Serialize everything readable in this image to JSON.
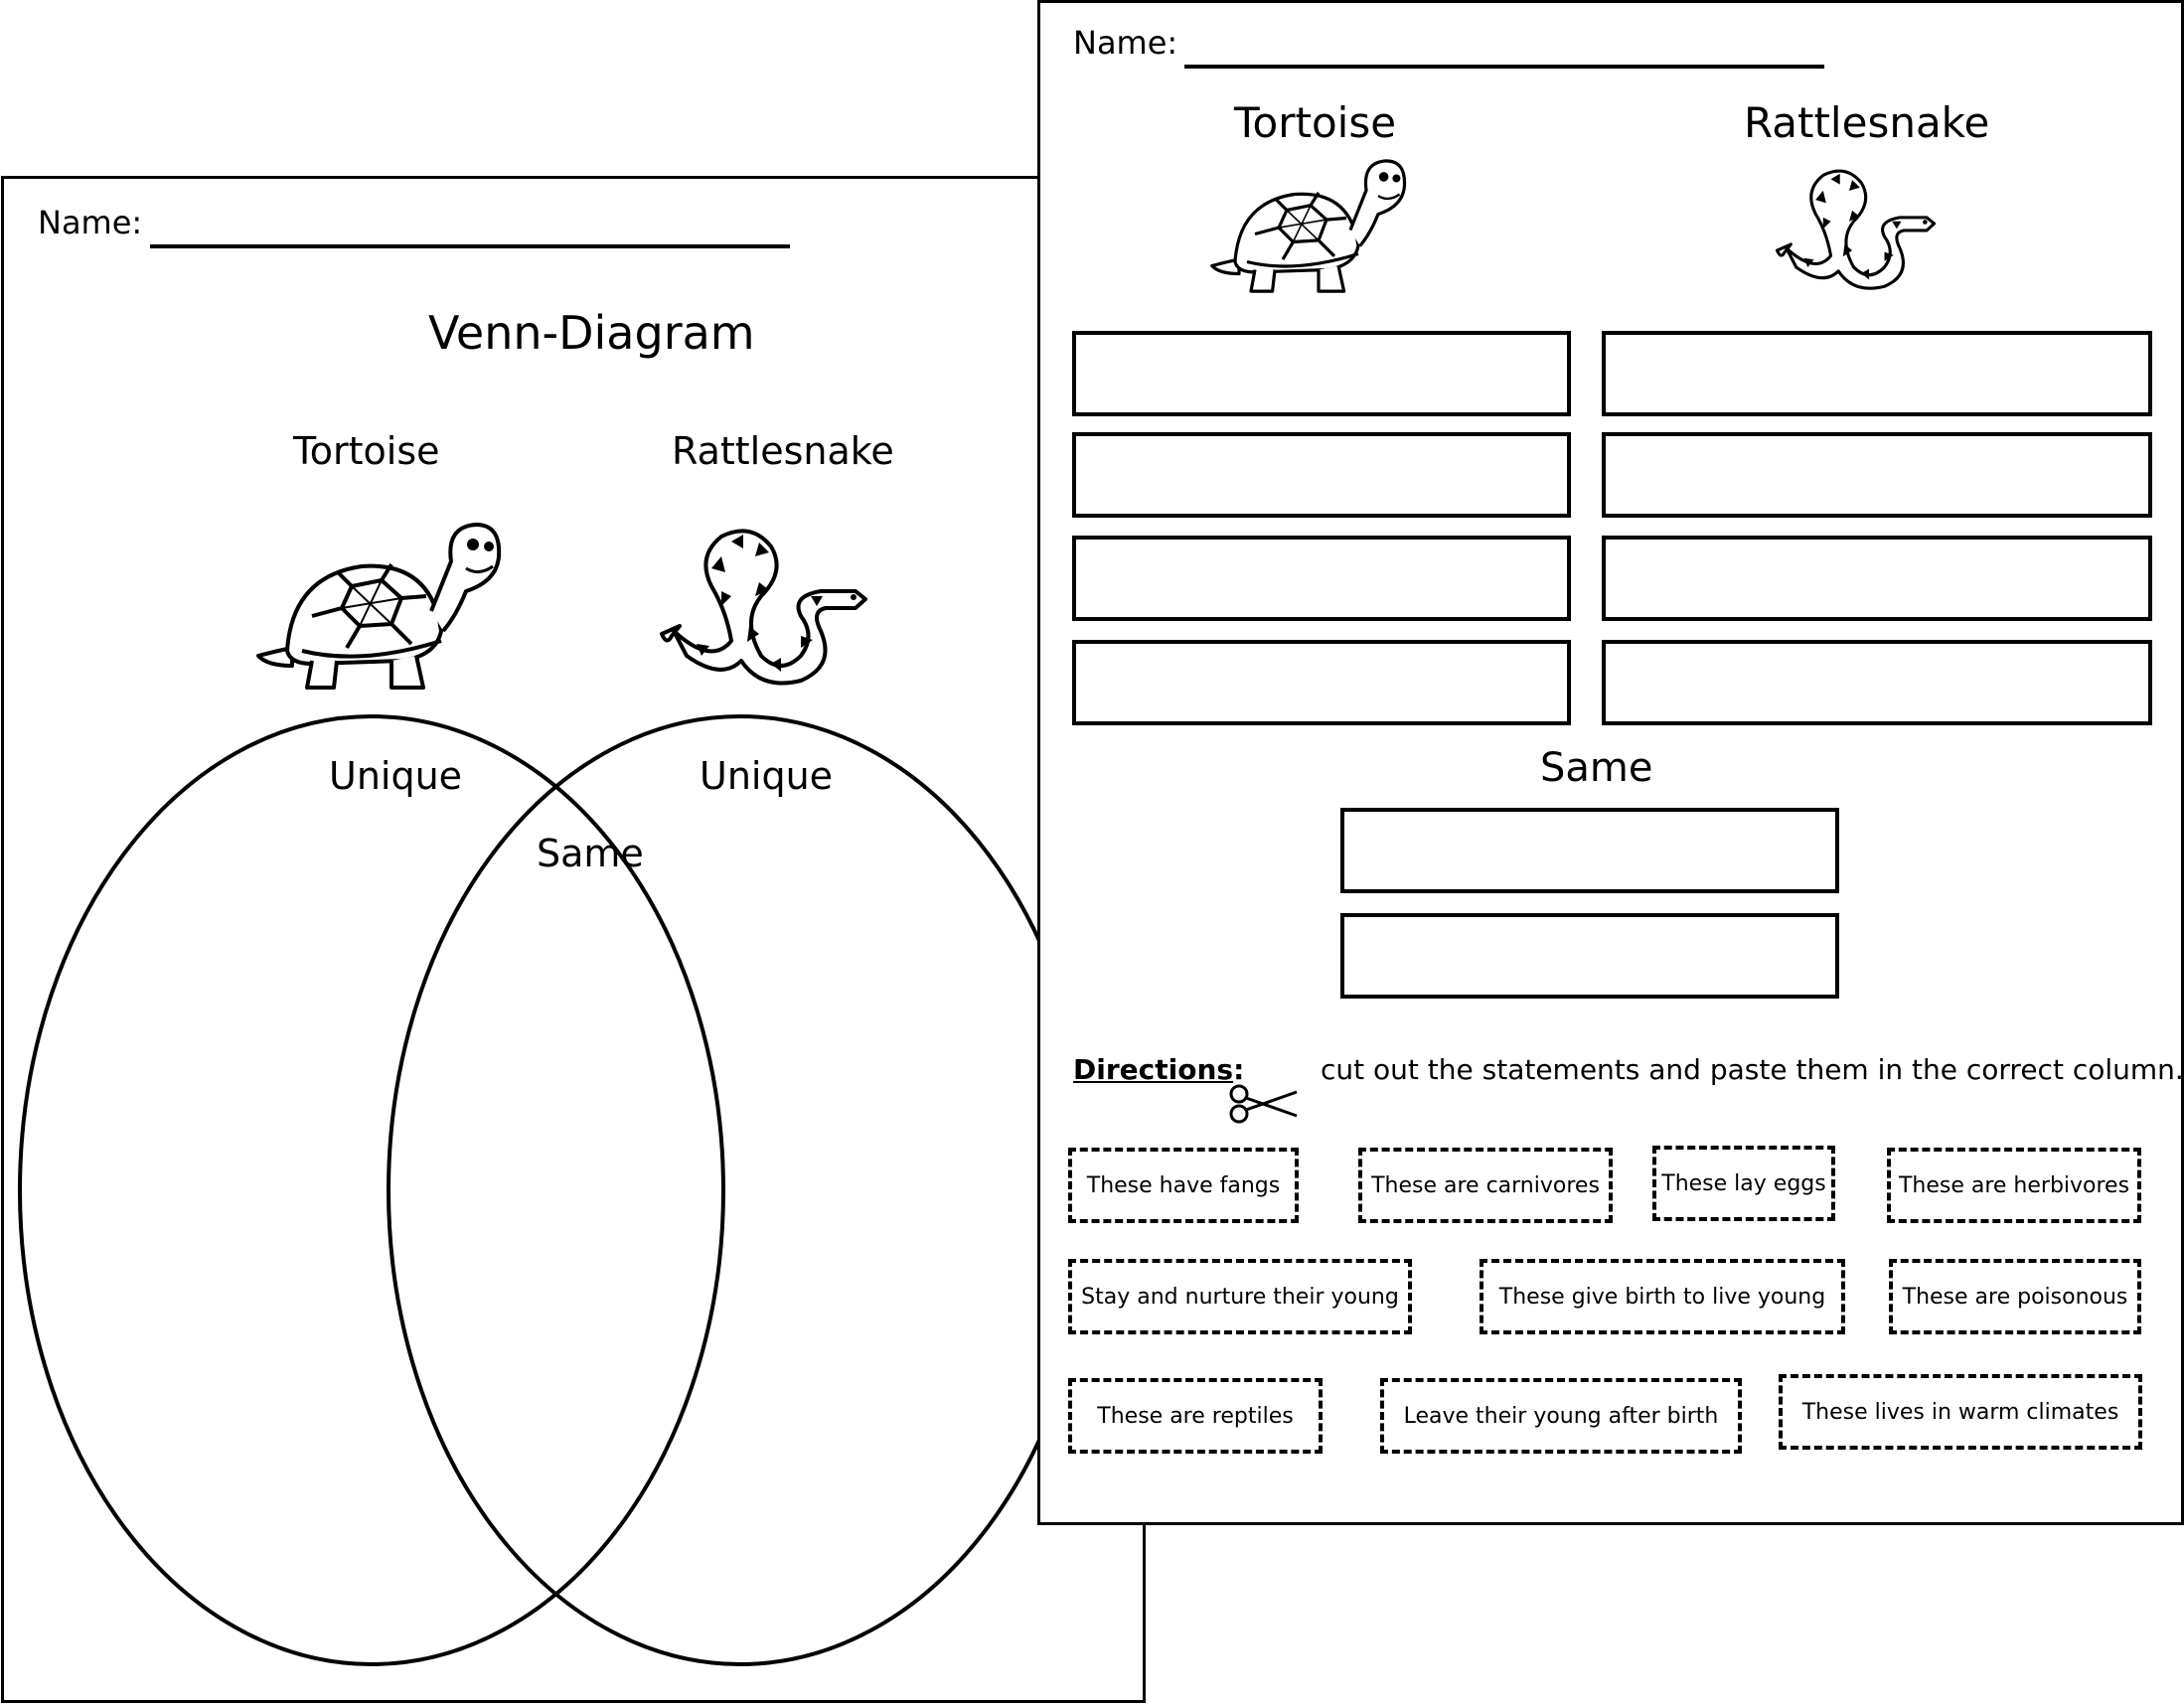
{
  "venn_sheet": {
    "name_label": "Name:",
    "title": "Venn-Diagram",
    "left_animal": "Tortoise",
    "right_animal": "Rattlesnake",
    "left_region": "Unique",
    "right_region": "Unique",
    "overlap_region": "Same"
  },
  "sort_sheet": {
    "name_label": "Name:",
    "left_heading": "Tortoise",
    "right_heading": "Rattlesnake",
    "same_heading": "Same",
    "directions_label": "Directions",
    "directions_colon": ":",
    "directions_text": "cut out the statements and paste them in the correct column.",
    "cards": [
      "These have fangs",
      "These are carnivores",
      "These lay eggs",
      "These are herbivores",
      "Stay and nurture their young",
      "These give birth to live young",
      "These are poisonous",
      "These are reptiles",
      "Leave their young after birth",
      "These lives in warm climates"
    ]
  },
  "icons": {
    "tortoise": "tortoise-icon",
    "rattlesnake": "rattlesnake-icon",
    "scissors": "scissors-icon"
  }
}
